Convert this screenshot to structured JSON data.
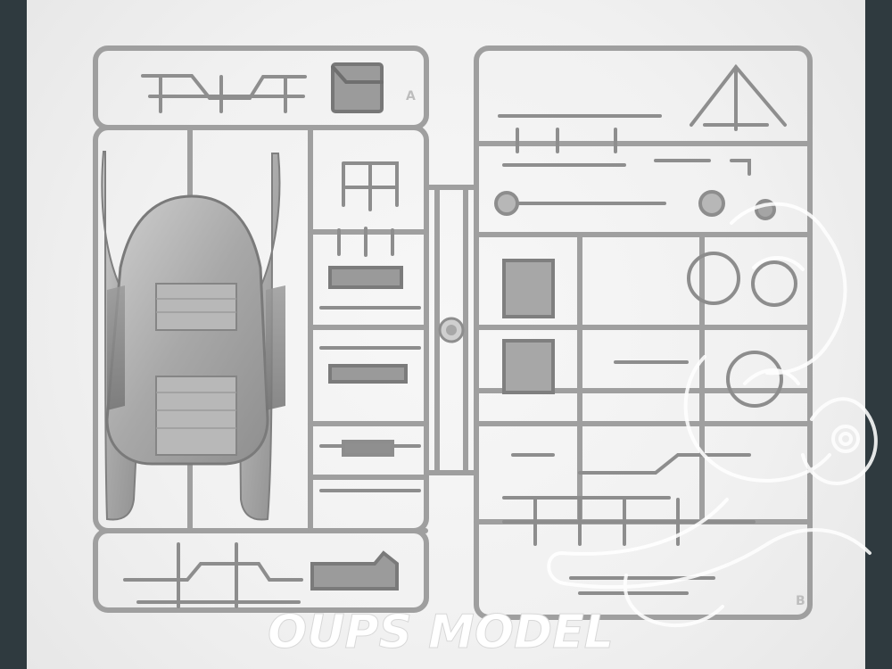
{
  "watermark": {
    "brand_text": "OUPS MODEL"
  },
  "sprues": {
    "left_frame_letter": "A",
    "right_frame_letter": "B"
  },
  "colors": {
    "background": "#f1f1f1",
    "plastic": "#a9a9a9",
    "plastic_dark": "#7d7d7d",
    "watermark": "#ffffff",
    "border": "#2f3a3f"
  }
}
